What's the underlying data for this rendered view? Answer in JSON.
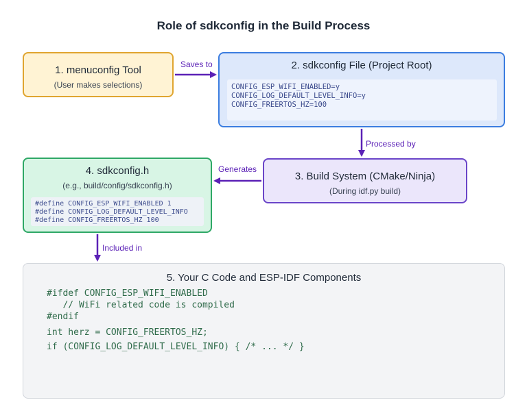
{
  "title": "Role of sdkconfig in the Build Process",
  "boxes": {
    "menuconfig": {
      "title": "1. menuconfig Tool",
      "subtitle": "(User makes selections)"
    },
    "sdkconfig_file": {
      "title": "2. sdkconfig File (Project Root)",
      "code": "CONFIG_ESP_WIFI_ENABLED=y\nCONFIG_LOG_DEFAULT_LEVEL_INFO=y\nCONFIG_FREERTOS_HZ=100"
    },
    "build_system": {
      "title": "3. Build System (CMake/Ninja)",
      "subtitle": "(During idf.py build)"
    },
    "sdkconfig_h": {
      "title": "4. sdkconfig.h",
      "subtitle": "(e.g., build/config/sdkconfig.h)",
      "code": "#define CONFIG_ESP_WIFI_ENABLED 1\n#define CONFIG_LOG_DEFAULT_LEVEL_INFO\n#define CONFIG_FREERTOS_HZ 100"
    },
    "c_code": {
      "title": "5. Your C Code and ESP-IDF Components",
      "code_block1": "#ifdef CONFIG_ESP_WIFI_ENABLED\n   // WiFi related code is compiled\n#endif",
      "code_line2": "int herz = CONFIG_FREERTOS_HZ;",
      "code_line3": "if (CONFIG_LOG_DEFAULT_LEVEL_INFO) { /* ... */ }"
    }
  },
  "edges": {
    "saves_to": "Saves to",
    "processed_by": "Processed by",
    "generates": "Generates",
    "included_in": "Included in"
  },
  "colors": {
    "edge": "#5b21b6",
    "menuconfig_border": "#e0a530",
    "sdkconfig_border": "#3b7de0",
    "build_border": "#6a45c8",
    "header_border": "#2ea866"
  }
}
